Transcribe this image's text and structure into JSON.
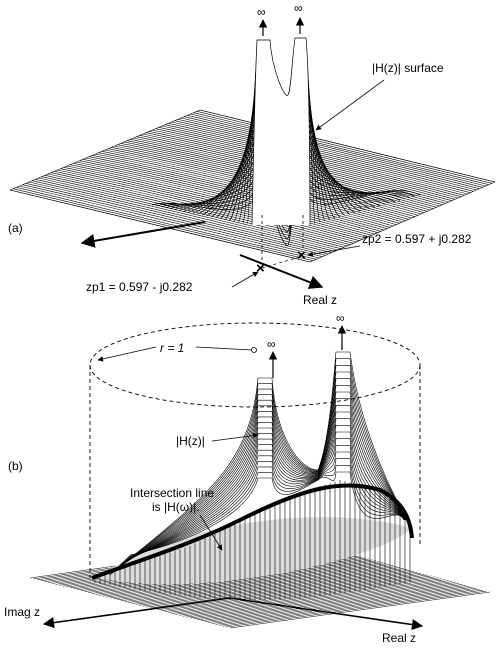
{
  "panel_a": {
    "panel_label": "(a)",
    "infinity_symbols": [
      "∞",
      "∞"
    ],
    "surface_label": "|H(z)| surface",
    "pole2_label": "zp2 = 0.597 + j0.282",
    "pole1_label": "zp1 = 0.597 - j0.282",
    "real_axis_label": "Real z"
  },
  "panel_b": {
    "panel_label": "(b)",
    "infinity_symbols": [
      "∞",
      "∞"
    ],
    "radius_label": "r = 1",
    "magnitude_label": "|H(z)|",
    "intersection_label_line1": "Intersection line",
    "intersection_label_line2": "is |H(ω)|.",
    "imag_axis_label": "Imag z",
    "real_axis_label": "Real z"
  },
  "colors": {
    "ink": "#000000",
    "background": "#ffffff",
    "fill_gray": "#dcdcdc"
  }
}
